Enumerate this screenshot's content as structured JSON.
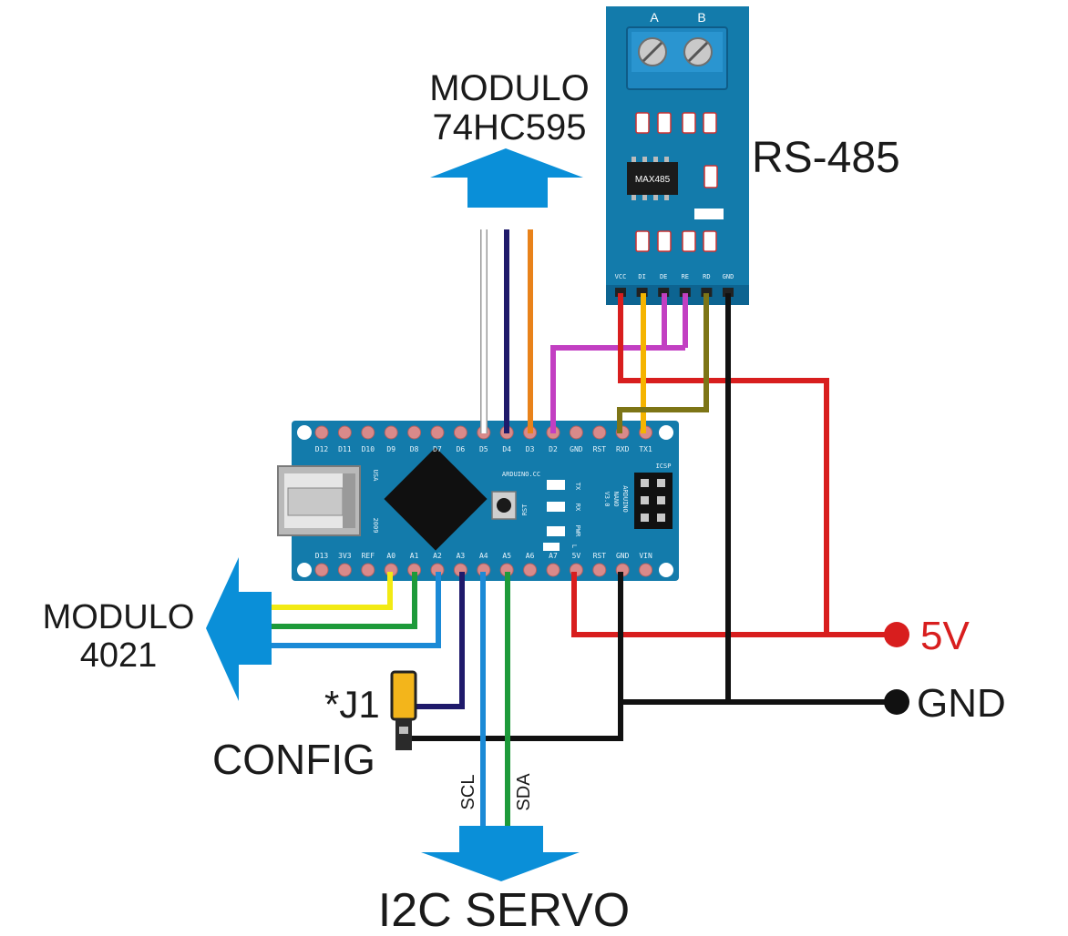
{
  "labels": {
    "module_74hc595_line1": "MODULO",
    "module_74hc595_line2": "74HC595",
    "rs485": "RS-485",
    "module_4021_line1": "MODULO",
    "module_4021_line2": "4021",
    "j1_line1": "*J1",
    "j1_line2": "CONFIG",
    "i2c_servo": "I2C SERVO",
    "scl": "SCL",
    "sda": "SDA",
    "v5": "5V",
    "gnd": "GND"
  },
  "rs485_board": {
    "terminal_a": "A",
    "terminal_b": "B",
    "chip": "MAX485",
    "pins": [
      "VCC",
      "DI",
      "DE",
      "RE",
      "RD",
      "GND"
    ]
  },
  "nano_board": {
    "top_pins": [
      "D12",
      "D11",
      "D10",
      "D9",
      "D8",
      "D7",
      "D6",
      "D5",
      "D4",
      "D3",
      "D2",
      "GND",
      "RST",
      "RXD",
      "TX1"
    ],
    "bottom_pins": [
      "D13",
      "3V3",
      "REF",
      "A0",
      "A1",
      "A2",
      "A3",
      "A4",
      "A5",
      "A6",
      "A7",
      "5V",
      "RST",
      "GND",
      "VIN"
    ],
    "brand": "ARDUINO.CC",
    "model_line1": "ARDUINO",
    "model_line2": "NANO",
    "model_line3": "V3.0",
    "usa": "USA",
    "year": "2009",
    "rst_button": "RST",
    "icsp": "ICSP",
    "led_tx": "TX",
    "led_rx": "RX",
    "led_pwr": "PWR",
    "led_l": "L"
  },
  "colors": {
    "arrow_blue": "#0a8fd8",
    "wire_red": "#d81e1e",
    "wire_black": "#111111",
    "wire_white": "#ffffff",
    "wire_navy": "#1f1a6b",
    "wire_orange": "#e8821a",
    "wire_magenta": "#c23fc2",
    "wire_yellow_orange": "#f5b400",
    "wire_olive": "#7d7516",
    "wire_yellow": "#f2ea14",
    "wire_green": "#1d9a3a",
    "wire_blue": "#1b8ad6",
    "board_blue": "#137bab"
  }
}
